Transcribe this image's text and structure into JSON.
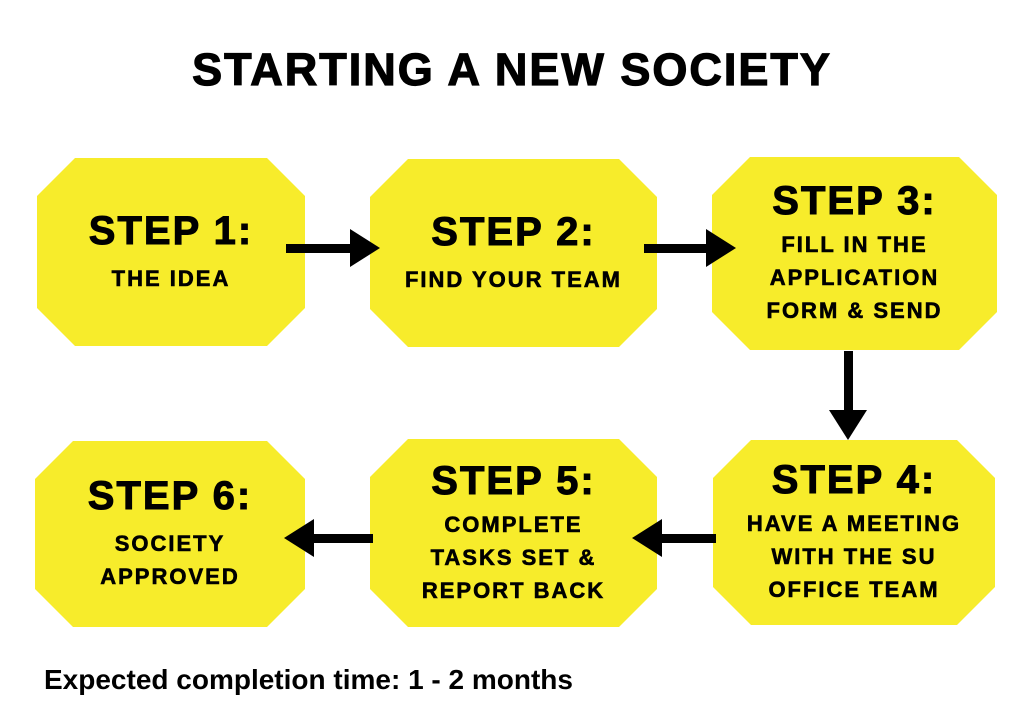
{
  "title": "STARTING A NEW SOCIETY",
  "colors": {
    "box_fill": "#F7EC2B",
    "arrow": "#000000",
    "background": "#FFFFFF",
    "text": "#000000"
  },
  "steps": [
    {
      "heading": "STEP 1:",
      "body": "THE IDEA"
    },
    {
      "heading": "STEP 2:",
      "body": "FIND YOUR TEAM"
    },
    {
      "heading": "STEP 3:",
      "body": "FILL IN THE\nAPPLICATION\nFORM & SEND"
    },
    {
      "heading": "STEP 4:",
      "body": "HAVE A MEETING\nWITH THE SU\nOFFICE TEAM"
    },
    {
      "heading": "STEP 5:",
      "body": "COMPLETE\nTASKS SET &\nREPORT BACK"
    },
    {
      "heading": "STEP 6:",
      "body": "SOCIETY\nAPPROVED"
    }
  ],
  "arrows": [
    {
      "from": "STEP 1",
      "to": "STEP 2",
      "direction": "right"
    },
    {
      "from": "STEP 2",
      "to": "STEP 3",
      "direction": "right"
    },
    {
      "from": "STEP 3",
      "to": "STEP 4",
      "direction": "down"
    },
    {
      "from": "STEP 4",
      "to": "STEP 5",
      "direction": "left"
    },
    {
      "from": "STEP 5",
      "to": "STEP 6",
      "direction": "left"
    }
  ],
  "footer": "Expected completion time: 1 - 2 months"
}
